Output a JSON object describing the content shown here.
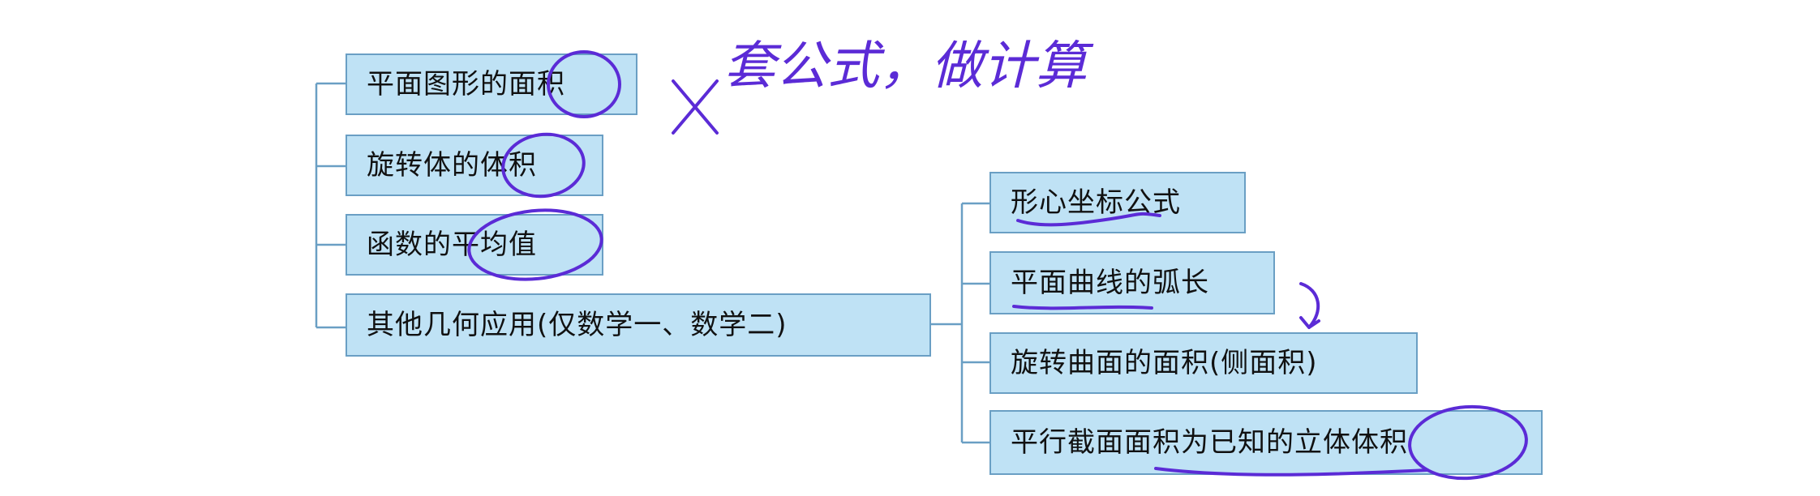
{
  "diagram": {
    "left_group": [
      {
        "label": "平面图形的面积"
      },
      {
        "label": "旋转体的体积"
      },
      {
        "label": "函数的平均值"
      },
      {
        "label": "其他几何应用(仅数学一、数学二)"
      }
    ],
    "right_group": [
      {
        "label": "形心坐标公式"
      },
      {
        "label": "平面曲线的弧长"
      },
      {
        "label": "旋转曲面的面积(侧面积)"
      },
      {
        "label": "平行截面面积为已知的立体体积"
      }
    ]
  },
  "annotations": {
    "handwritten_note": "套公式，做计算",
    "ink_color": "#5b2bd6"
  }
}
